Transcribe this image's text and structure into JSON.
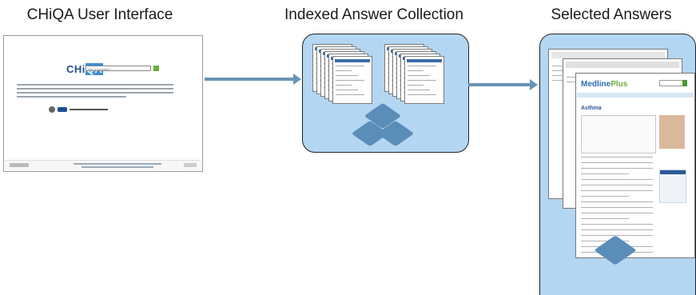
{
  "titles": {
    "stage1": "CHiQA User Interface",
    "stage2": "Indexed Answer Collection",
    "stage3": "Selected Answers"
  },
  "ui_screenshot": {
    "logo_chi": "CHi",
    "logo_qa": "QA",
    "search_placeholder": "Ask a question?"
  },
  "answer_page": {
    "logo_medline": "Medline",
    "logo_plus": "Plus",
    "topic_title": "Asthma"
  },
  "colors": {
    "panel_fill": "#b3d6f2",
    "arrow": "#6a93b5",
    "cube": "#5a8db8"
  }
}
